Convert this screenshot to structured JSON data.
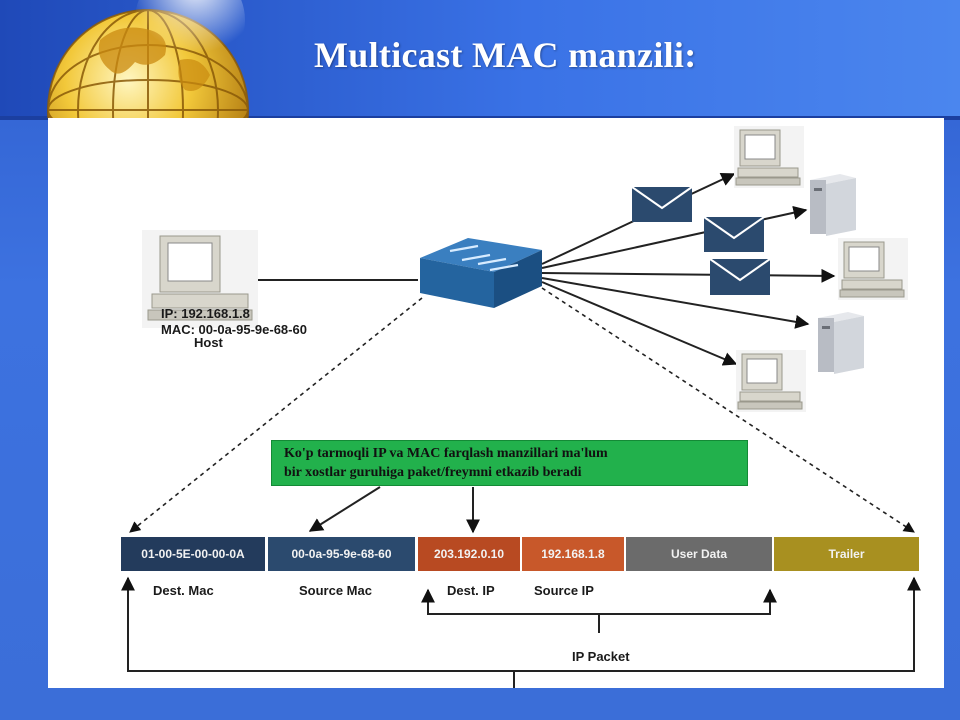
{
  "slide": {
    "title": "Multicast MAC manzili:"
  },
  "host": {
    "ip_line": "IP: 192.168.1.8",
    "mac_line": "MAC: 00-0a-95-9e-68-60",
    "label": "Host"
  },
  "callout": {
    "line1": "Ko'p tarmoqli IP va MAC farqlash manzillari ma'lum",
    "line2": "bir xostlar guruhiga paket/freymni etkazib beradi"
  },
  "frame": {
    "cells": [
      {
        "text": "01-00-5E-00-00-0A",
        "color": "#233b5c"
      },
      {
        "text": "00-0a-95-9e-68-60",
        "color": "#2b4a6e"
      },
      {
        "text": "203.192.0.10",
        "color": "#b84a22"
      },
      {
        "text": "192.168.1.8",
        "color": "#c8582a"
      },
      {
        "text": "User Data",
        "color": "#6b6b6b"
      },
      {
        "text": "Trailer",
        "color": "#a89020"
      }
    ],
    "captions": {
      "dest_mac": "Dest. Mac",
      "source_mac": "Source Mac",
      "dest_ip": "Dest. IP",
      "source_ip": "Source IP",
      "ip_packet": "IP Packet"
    }
  },
  "colors": {
    "switch_top": "#3a7fc0",
    "switch_side": "#1f5a94",
    "envelope": "#2b4a6e",
    "callout_bg": "#22b14c"
  },
  "icons": [
    "globe-logo",
    "computer-icon",
    "server-icon",
    "switch-icon",
    "envelope-icon"
  ]
}
